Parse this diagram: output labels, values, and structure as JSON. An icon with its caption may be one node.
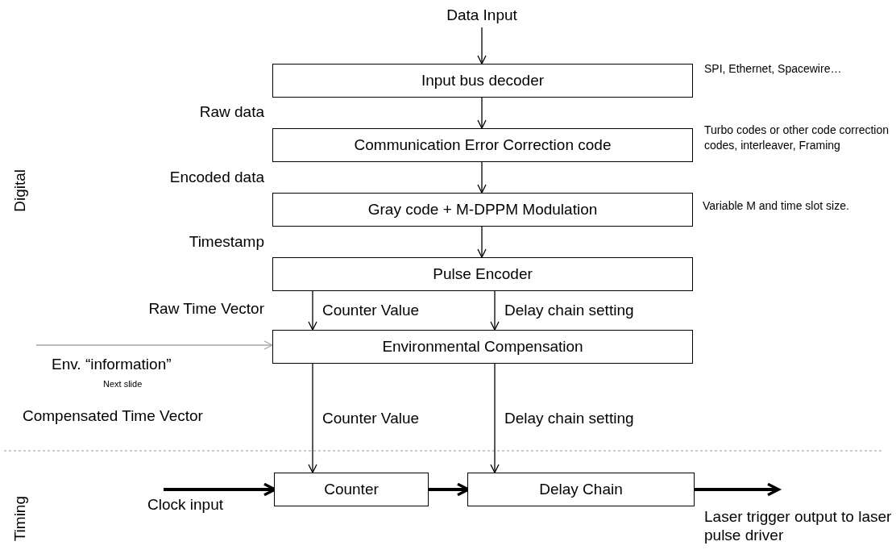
{
  "diagram": {
    "nodes": [
      {
        "text": [
          "Data Input"
        ]
      },
      {
        "text": [
          "Input bus decoder"
        ],
        "beside": [
          "SPI, Ethernet, Spacewire…"
        ]
      },
      {
        "text": [
          "Communication Error Correction code"
        ],
        "beside": [
          "Turbo codes or other code correction codes, interleaver, Framing"
        ]
      },
      {
        "text": [
          "Gray code + M-DPPM Modulation"
        ],
        "beside": [
          "Variable M and time slot size."
        ]
      },
      {
        "text": [
          "Pulse Encoder"
        ]
      },
      {
        "text": [
          "Environmental Compensation"
        ]
      },
      {
        "text": [
          "Counter"
        ]
      },
      {
        "text": [
          "Delay Chain"
        ]
      }
    ],
    "edges": [
      {
        "from": 0,
        "to": 1,
        "arrow": "to"
      },
      {
        "from": 1,
        "to": 2,
        "arrow": "to"
      },
      {
        "from": 2,
        "to": 3,
        "arrow": "to"
      },
      {
        "from": 3,
        "to": 4,
        "arrow": "to"
      },
      {
        "from": 4,
        "to": 5,
        "arrow": "to",
        "label": "Counter Value"
      },
      {
        "from": 4,
        "to": 5,
        "arrow": "to",
        "label": "Delay chain setting"
      },
      {
        "from": 5,
        "to": 6,
        "arrow": "to",
        "label": "Counter Value"
      },
      {
        "from": 5,
        "to": 7,
        "arrow": "to",
        "label": "Delay chain setting"
      },
      {
        "from": null,
        "to": 5,
        "arrow": "to",
        "color": "#a6a6a6"
      },
      {
        "from": null,
        "to": 6,
        "arrow": "to",
        "style": "thick"
      },
      {
        "from": 6,
        "to": 7,
        "arrow": "to",
        "style": "thick"
      },
      {
        "from": 7,
        "to": null,
        "arrow": "to",
        "style": "thick"
      }
    ],
    "labels": [
      "Raw data",
      "Encoded data",
      "Timestamp",
      "Raw Time Vector",
      "Env. “information”",
      "Next slide",
      "Compensated Time Vector",
      "Clock input",
      "Laser trigger output to laser pulse driver",
      "Digital",
      "Timing"
    ]
  }
}
